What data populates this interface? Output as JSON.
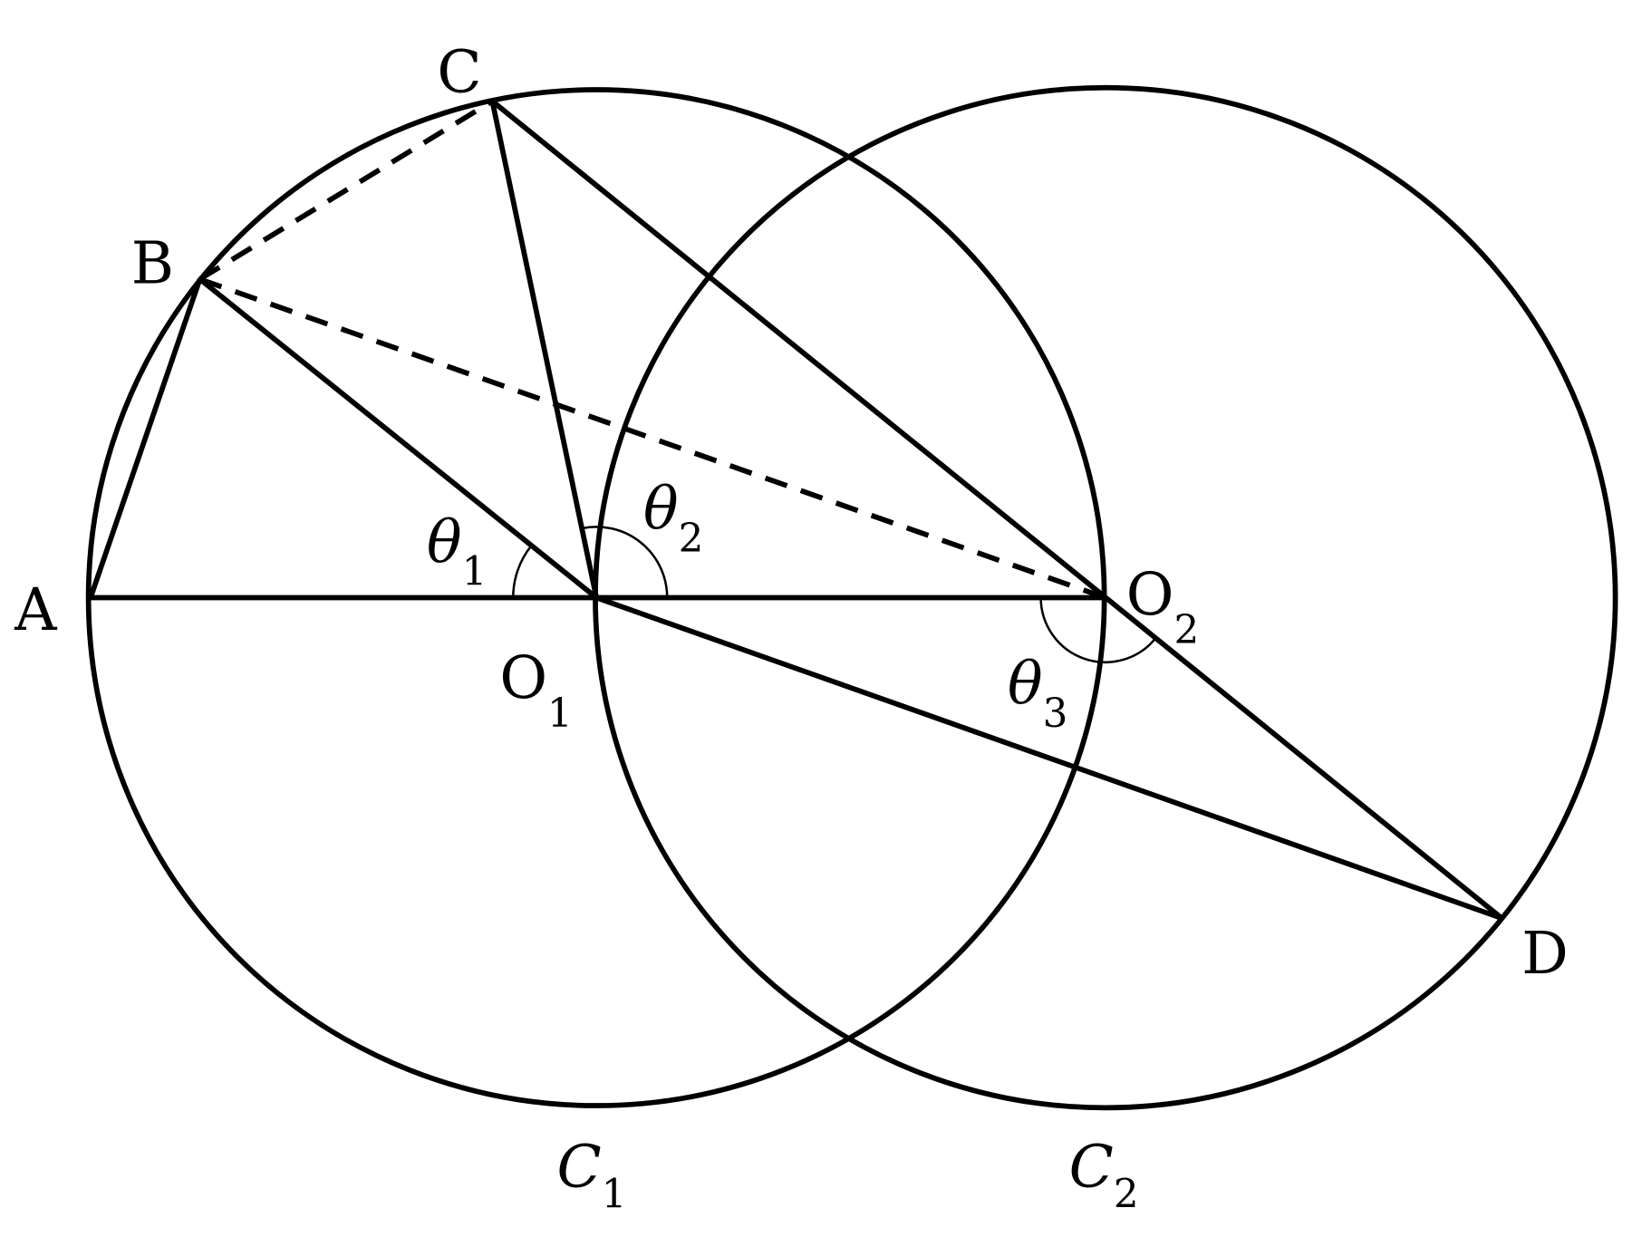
{
  "points": {
    "A": "A",
    "B": "B",
    "C": "C",
    "D": "D",
    "O1": {
      "base": "O",
      "sub": "1"
    },
    "O2": {
      "base": "O",
      "sub": "2"
    }
  },
  "angles": {
    "theta1": {
      "base": "θ",
      "sub": "1"
    },
    "theta2": {
      "base": "θ",
      "sub": "2"
    },
    "theta3": {
      "base": "θ",
      "sub": "3"
    }
  },
  "circles": {
    "C1": {
      "base": "C",
      "sub": "1"
    },
    "C2": {
      "base": "C",
      "sub": "2"
    }
  },
  "colors": {
    "stroke": "#000000",
    "background": "#ffffff"
  }
}
